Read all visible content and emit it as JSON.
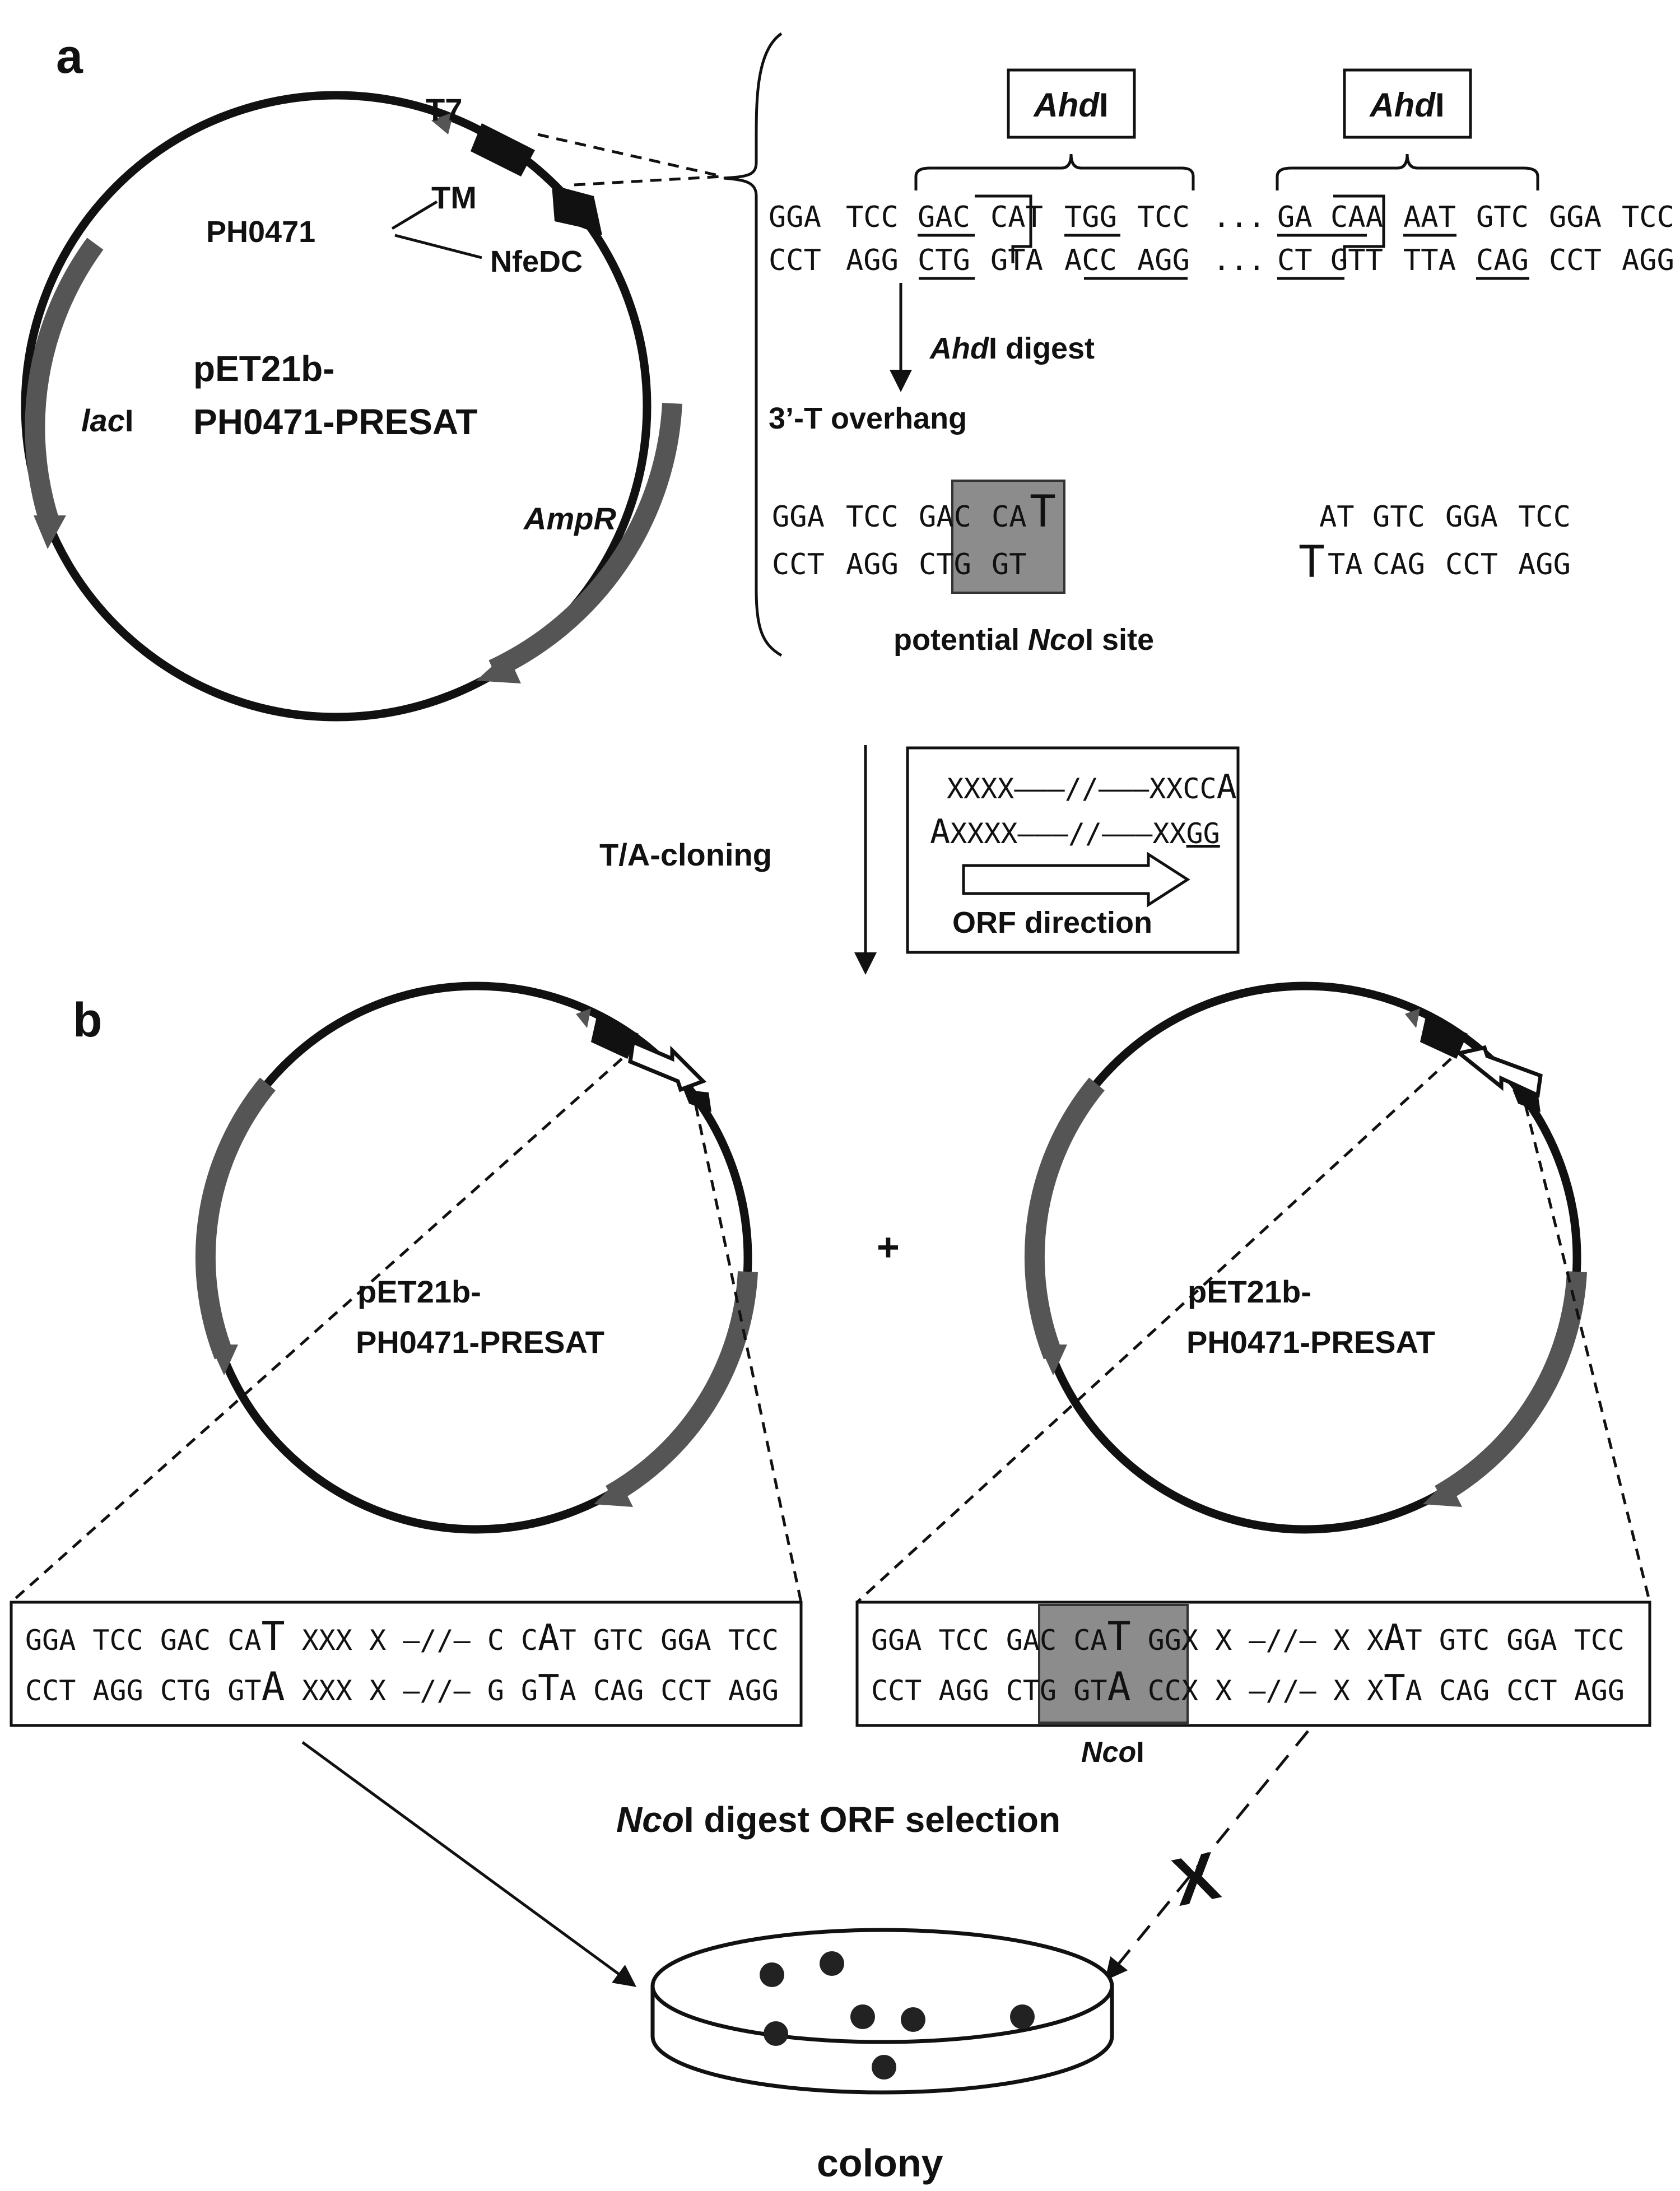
{
  "panel_a": {
    "letter": "a",
    "plasmid": {
      "name_line1": "pET21b-",
      "name_line2": "PH0471-PRESAT",
      "labels": {
        "t7": "T7",
        "tm": "TM",
        "ph0471": "PH0471",
        "nfedc": "NfeDC",
        "laci_italic": "lac",
        "laci_suffix": "I",
        "ampr": "AmpR"
      }
    },
    "ahdi_box": {
      "italic": "Ahd",
      "suffix": "I"
    },
    "top_seq": {
      "line1": [
        "GGA",
        "TCC",
        "GAC",
        "CAT",
        "TGG",
        "TCC",
        "...",
        "GA",
        "CAA",
        "AAT",
        "GTC",
        "GGA",
        "TCC"
      ],
      "line2": [
        "CCT",
        "AGG",
        "CTG",
        "GTA",
        "ACC",
        "AGG",
        "...",
        "CT",
        "GTT",
        "TTA",
        "CAG",
        "CCT",
        "AGG"
      ]
    },
    "digest_label": {
      "italic": "Ahd",
      "suffix": "I digest"
    },
    "overhang_label": "3’-T overhang",
    "cut_left": {
      "line1": [
        "GGA",
        "TCC",
        "GAC",
        "CA",
        "T"
      ],
      "line2": [
        "CCT",
        "AGG",
        "CTG",
        "GT"
      ]
    },
    "cut_right": {
      "line1": [
        "AT",
        "GTC",
        "GGA",
        "TCC"
      ],
      "line2": [
        "T",
        "TA",
        "CAG",
        "CCT",
        "AGG"
      ]
    },
    "potential_label": {
      "prefix": "potential ",
      "italic": "Nco",
      "suffix": "I site"
    }
  },
  "transition": {
    "ta_label": "T/A-cloning",
    "insert_line1": {
      "seq": "XXXX–––//–––XXCC",
      "end": "A"
    },
    "insert_line2": {
      "start": "A",
      "seq": "XXXX–––//–––XX",
      "end": "GG"
    },
    "orf_label": "ORF direction"
  },
  "panel_b": {
    "letter": "b",
    "plus": "+",
    "left_plasmid": {
      "name_line1": "pET21b-",
      "name_line2": "PH0471-PRESAT"
    },
    "right_plasmid": {
      "name_line1": "pET21b-",
      "name_line2": "PH0471-PRESAT"
    },
    "left_seq": {
      "line1": {
        "a": "GGA TCC GAC CA",
        "big": "T",
        "b": " XXX X –//– C C",
        "big2": "A",
        "c": "T GTC GGA TCC"
      },
      "line2": {
        "a": "CCT AGG CTG GT",
        "big": "A",
        "b": " XXX X –//– G G",
        "big2": "T",
        "c": "A CAG CCT AGG"
      }
    },
    "right_seq": {
      "line1": {
        "a": "GGA TCC GAC CA",
        "big": "T",
        "b": " GGX X –//– X X",
        "big2": "A",
        "c": "T GTC GGA TCC"
      },
      "line2": {
        "a": "CCT AGG CTG GT",
        "big": "A",
        "b": " CCX X –//– X X",
        "big2": "T",
        "c": "A CAG CCT AGG"
      }
    },
    "ncoi_label": {
      "italic": "Nco",
      "suffix": "I"
    },
    "selection_label": {
      "italic": "Nco",
      "suffix": "I digest ORF selection"
    },
    "x_mark": "X",
    "colony_label": "colony"
  },
  "colors": {
    "ink": "#111111",
    "gene": "#555555",
    "shade": "#8c8c8c"
  }
}
